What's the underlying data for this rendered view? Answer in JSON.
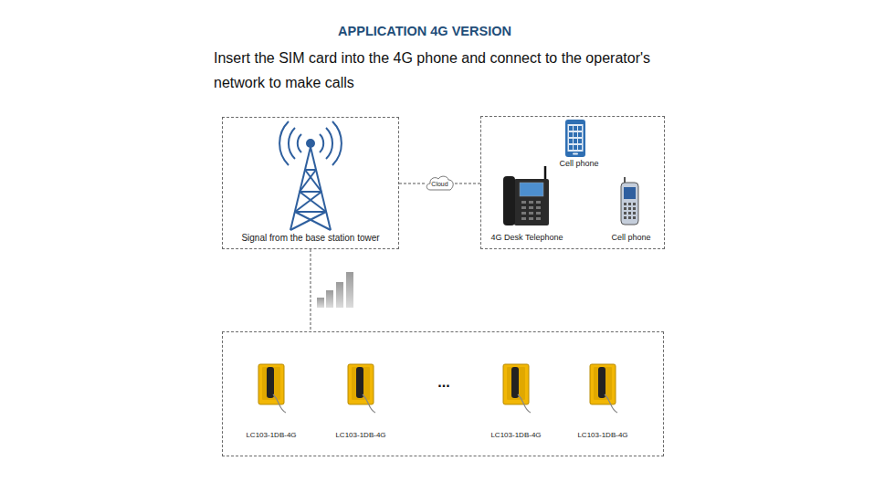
{
  "diagram": {
    "title": "APPLICATION 4G VERSION",
    "nodes": [
      {
        "text": [
          "Signal from the base station tower"
        ]
      },
      {
        "text": [
          "Cloud"
        ]
      },
      {
        "text": []
      },
      {
        "text": [
          "Cell phone"
        ],
        "in": 2
      },
      {
        "text": [
          "4G Desk Telephone"
        ],
        "in": 2
      },
      {
        "text": [
          "Cell phone"
        ],
        "in": 2
      },
      {
        "text": []
      },
      {
        "text": [
          "LC103-1DB-4G"
        ],
        "in": 6
      },
      {
        "text": [
          "LC103-1DB-4G"
        ],
        "in": 6
      },
      {
        "text": [
          "LC103-1DB-4G"
        ],
        "in": 6
      },
      {
        "text": [
          "LC103-1DB-4G"
        ],
        "in": 6
      }
    ],
    "edges": [
      {
        "from": 0,
        "to": 1,
        "arrow": "none"
      },
      {
        "from": 1,
        "to": 2,
        "arrow": "none"
      },
      {
        "from": 0,
        "to": 6,
        "arrow": "none"
      }
    ],
    "labels": [
      "Insert the SIM card into the 4G phone and connect to the operator's network to make calls",
      "..."
    ]
  }
}
